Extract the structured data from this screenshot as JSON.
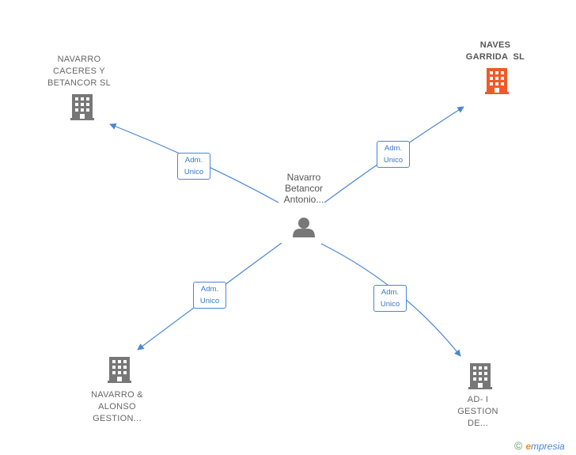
{
  "center": {
    "label_lines": [
      "Navarro",
      "Betancor",
      "Antonio..."
    ],
    "icon": "person-icon"
  },
  "companies": [
    {
      "id": "navarro-caceres",
      "label_lines": [
        "NAVARRO",
        "CACERES Y",
        "BETANCOR SL"
      ],
      "icon": "building-icon",
      "color": "#777777"
    },
    {
      "id": "naves-garrida",
      "label_lines": [
        "NAVES",
        "GARRIDA  SL"
      ],
      "icon": "building-icon",
      "color": "#f05a28"
    },
    {
      "id": "navarro-alonso",
      "label_lines": [
        "NAVARRO &",
        "ALONSO",
        "GESTION..."
      ],
      "icon": "building-icon",
      "color": "#777777"
    },
    {
      "id": "ad-i-gestion",
      "label_lines": [
        "AD- I",
        "GESTION",
        "DE..."
      ],
      "icon": "building-icon",
      "color": "#777777"
    }
  ],
  "edges": [
    {
      "target": "navarro-caceres",
      "label_lines": [
        "Adm.",
        "Unico"
      ]
    },
    {
      "target": "naves-garrida",
      "label_lines": [
        "Adm.",
        "Unico"
      ]
    },
    {
      "target": "navarro-alonso",
      "label_lines": [
        "Adm.",
        "Unico"
      ]
    },
    {
      "target": "ad-i-gestion",
      "label_lines": [
        "Adm.",
        "Unico"
      ]
    }
  ],
  "colors": {
    "edge": "#4a86d4",
    "building": "#777777",
    "highlight": "#f05a28",
    "person": "#777777"
  },
  "brand": {
    "copyright": "©",
    "initial": "e",
    "rest": "mpresia"
  }
}
